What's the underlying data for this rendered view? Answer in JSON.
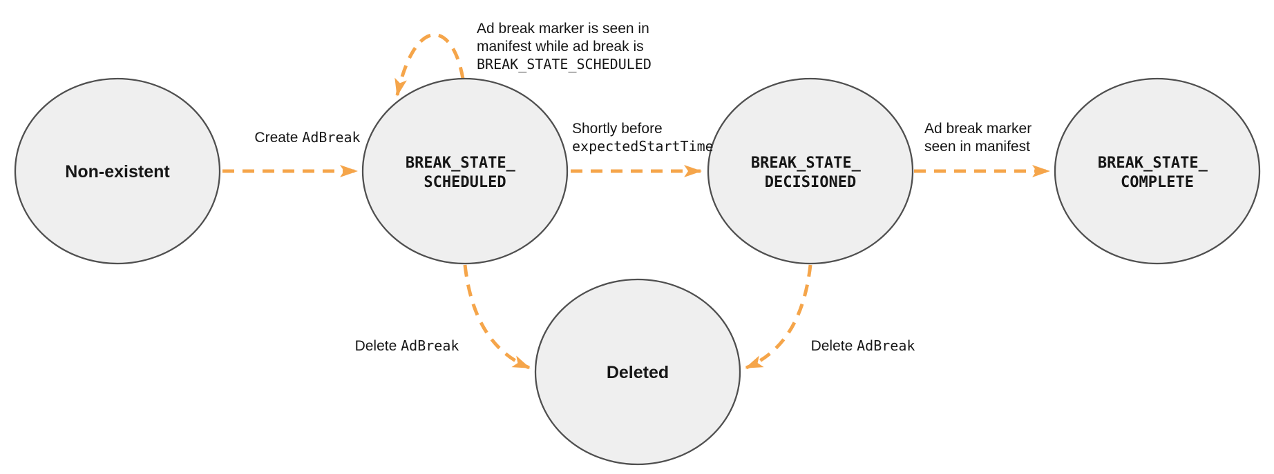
{
  "colors": {
    "arrow": "#F5A54A",
    "node_fill": "#EFEFEF",
    "node_stroke": "#4F4F4F",
    "text": "#161616",
    "background": "#FFFFFF"
  },
  "states": {
    "non_existent": {
      "label": "Non-existent"
    },
    "scheduled": {
      "line1": "BREAK_STATE_",
      "line2": "SCHEDULED"
    },
    "decisioned": {
      "line1": "BREAK_STATE_",
      "line2": "DECISIONED"
    },
    "complete": {
      "line1": "BREAK_STATE_",
      "line2": "COMPLETE"
    },
    "deleted": {
      "label": "Deleted"
    }
  },
  "transitions": {
    "create_adbreak": {
      "text_sans": "Create ",
      "text_mono": "AdBreak"
    },
    "marker_seen_while_scheduled": {
      "line1": "Ad break marker is seen in",
      "line2": "manifest while ad break is",
      "line3_mono": "BREAK_STATE_SCHEDULED"
    },
    "shortly_before_start": {
      "line1": "Shortly before",
      "line2_mono": "expectedStartTime"
    },
    "marker_seen_in_manifest": {
      "line1": "Ad break marker",
      "line2": "seen in manifest"
    },
    "delete_from_scheduled": {
      "text_sans": "Delete ",
      "text_mono": "AdBreak"
    },
    "delete_from_decisioned": {
      "text_sans": "Delete ",
      "text_mono": "AdBreak"
    }
  }
}
